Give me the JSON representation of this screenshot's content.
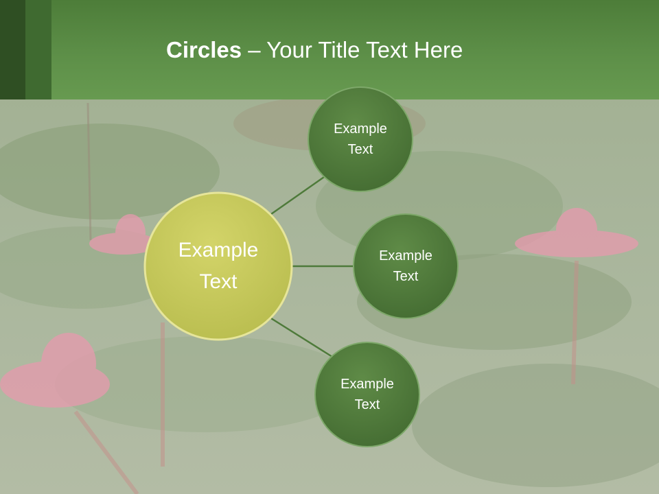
{
  "slide": {
    "title_bold": "Circles",
    "title_rest": " – Your Title Text Here"
  },
  "diagram": {
    "center": {
      "line1": "Example",
      "line2": "Text"
    },
    "nodes": [
      {
        "line1": "Example",
        "line2": "Text"
      },
      {
        "line1": "Example",
        "line2": "Text"
      },
      {
        "line1": "Example",
        "line2": "Text"
      }
    ]
  },
  "colors": {
    "header_green": "#5d8f48",
    "node_green": "#4f7a3a",
    "center_yellow": "#c9cc5c",
    "connector": "#4e7a3a"
  }
}
